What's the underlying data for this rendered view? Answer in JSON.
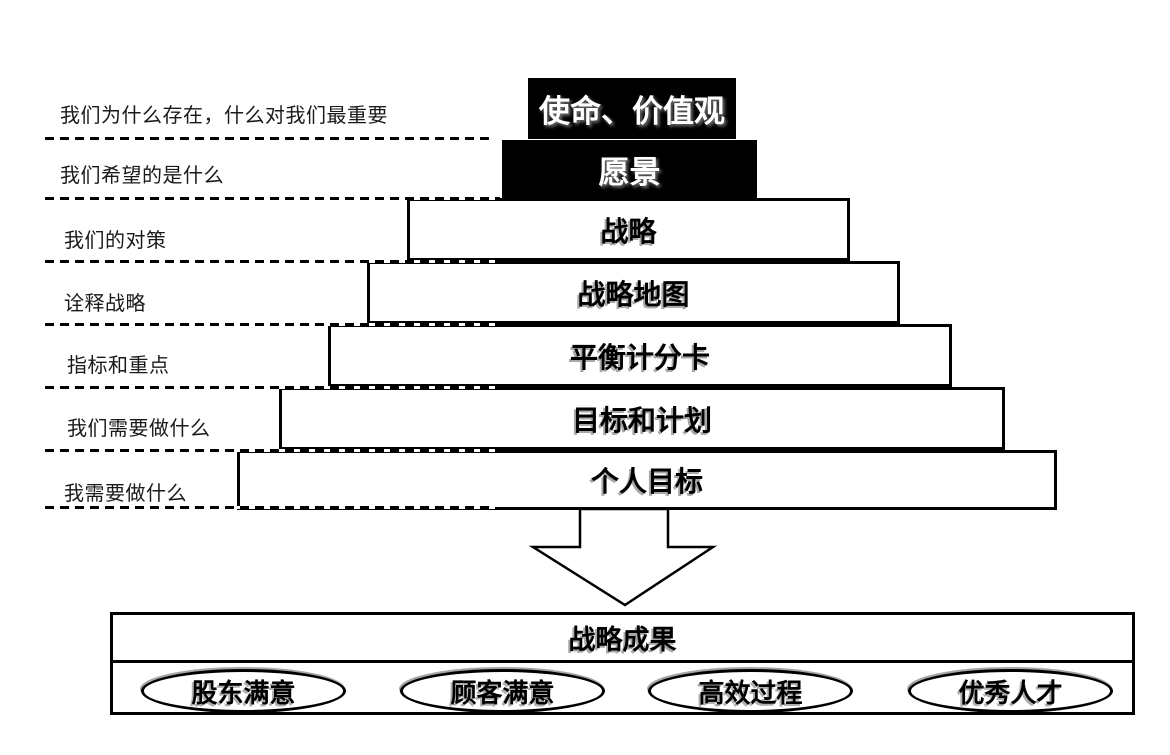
{
  "diagram": {
    "left_questions": [
      {
        "label": "我们为什么存在，什么对我们最重要"
      },
      {
        "label": "我们希望的是什么"
      },
      {
        "label": "我们的对策"
      },
      {
        "label": "诠释战略"
      },
      {
        "label": "指标和重点"
      },
      {
        "label": "我们需要做什么"
      },
      {
        "label": "我需要做什么"
      }
    ],
    "pyramid_levels": [
      {
        "label": "使命、价值观",
        "style": "black-filled"
      },
      {
        "label": "愿景",
        "style": "black-filled"
      },
      {
        "label": "战略",
        "style": "white-outlined"
      },
      {
        "label": "战略地图",
        "style": "white-outlined"
      },
      {
        "label": "平衡计分卡",
        "style": "white-outlined"
      },
      {
        "label": "目标和计划",
        "style": "white-outlined"
      },
      {
        "label": "个人目标",
        "style": "white-outlined"
      }
    ],
    "outcome": {
      "title": "战略成果",
      "items": [
        {
          "label": "股东满意"
        },
        {
          "label": "顾客满意"
        },
        {
          "label": "高效过程"
        },
        {
          "label": "优秀人才"
        }
      ]
    },
    "colors": {
      "background": "#ffffff",
      "border": "#000000",
      "filled_box": "#000000",
      "filled_box_text": "#ffffff",
      "text": "#000000"
    }
  }
}
